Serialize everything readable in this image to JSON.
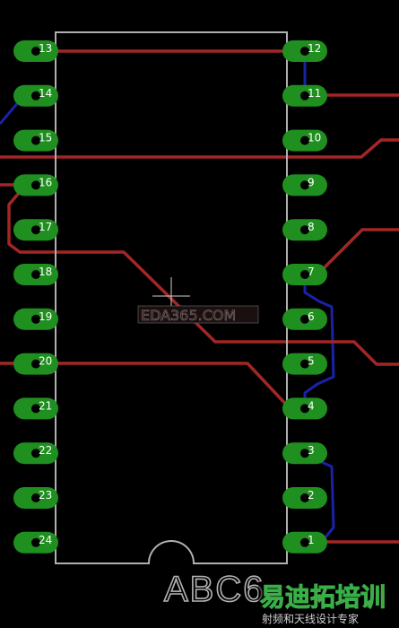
{
  "pins_left": [
    "13",
    "14",
    "15",
    "16",
    "17",
    "18",
    "19",
    "20",
    "21",
    "22",
    "23",
    "24"
  ],
  "pins_right": [
    "12",
    "11",
    "10",
    "9",
    "8",
    "7",
    "6",
    "5",
    "4",
    "3",
    "2",
    "1"
  ],
  "watermark": "EDA365.COM",
  "reference_designator": "ABC6",
  "logo": {
    "main_text": "易迪拓培训",
    "sub_text": "射频和天线设计专家"
  },
  "colors": {
    "background": "#000000",
    "pad": "#1f8f1f",
    "top_trace": "#a32626",
    "bottom_trace": "#1a22a8",
    "outline": "#b0b0b0",
    "logo_red": "#e23a2a",
    "logo_green": "#38b048"
  }
}
